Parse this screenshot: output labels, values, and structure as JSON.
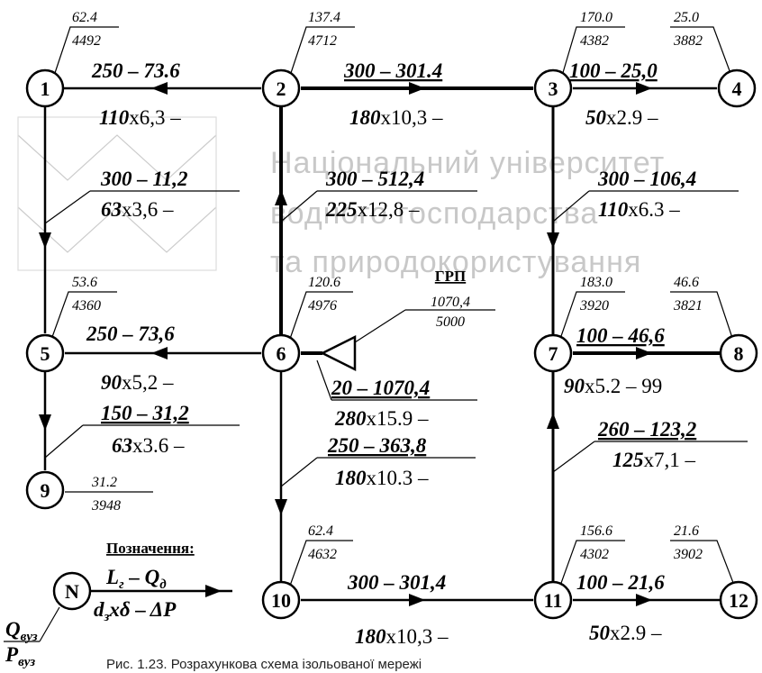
{
  "watermark": [
    "Національний університет",
    "водного господарства",
    "та природокористування"
  ],
  "nodes": [
    {
      "id": "1",
      "q": "62.4",
      "p": "4492"
    },
    {
      "id": "2",
      "q": "137.4",
      "p": "4712"
    },
    {
      "id": "3",
      "q": "170.0",
      "p": "4382"
    },
    {
      "id": "4",
      "q": "25.0",
      "p": "3882"
    },
    {
      "id": "5",
      "q": "53.6",
      "p": "4360"
    },
    {
      "id": "6",
      "q": "120.6",
      "p": "4976"
    },
    {
      "id": "7",
      "q": "183.0",
      "p": "3920"
    },
    {
      "id": "8",
      "q": "46.6",
      "p": "3821"
    },
    {
      "id": "9",
      "q": "31.2",
      "p": "3948"
    },
    {
      "id": "10",
      "q": "62.4",
      "p": "4632"
    },
    {
      "id": "11",
      "q": "156.6",
      "p": "4302"
    },
    {
      "id": "12",
      "q": "21.6",
      "p": "3902"
    }
  ],
  "pipes": [
    {
      "from": "2",
      "to": "1",
      "length_flow": "250 – 73.6",
      "diam": "110",
      "thick": "x6,3 –"
    },
    {
      "from": "2",
      "to": "3",
      "length_flow": "300 – 301.4",
      "diam": "180",
      "thick": "x10,3 –"
    },
    {
      "from": "3",
      "to": "4",
      "length_flow": "100 – 25,0",
      "diam": "50",
      "thick": "x2.9 –"
    },
    {
      "from": "1",
      "to": "5",
      "length_flow": "300 – 11,2",
      "diam": "63",
      "thick": "x3,6 –"
    },
    {
      "from": "6",
      "to": "2",
      "length_flow": "300 – 512,4",
      "diam": "225",
      "thick": "x12,8 –"
    },
    {
      "from": "3",
      "to": "7",
      "length_flow": "300 – 106,4",
      "diam": "110",
      "thick": "x6.3 –"
    },
    {
      "from": "6",
      "to": "5",
      "length_flow": "250 – 73,6",
      "diam": "90",
      "thick": "x5,2 –"
    },
    {
      "from": "GRP",
      "to": "6",
      "length_flow": "20 – 1070,4",
      "diam": "280",
      "thick": "x15.9 –"
    },
    {
      "from": "7",
      "to": "8",
      "length_flow": "100 – 46,6",
      "diam": "90",
      "thick": "x5.2 – 99"
    },
    {
      "from": "5",
      "to": "9",
      "length_flow": "150 – 31,2",
      "diam": "63",
      "thick": "x3.6 –"
    },
    {
      "from": "6",
      "to": "10",
      "length_flow": "250 – 363,8",
      "diam": "180",
      "thick": "x10.3 –"
    },
    {
      "from": "11",
      "to": "7",
      "length_flow": "260 – 123,2",
      "diam": "125",
      "thick": "x7,1 –"
    },
    {
      "from": "10",
      "to": "11",
      "length_flow": "300 – 301,4",
      "diam": "180",
      "thick": "x10,3 –"
    },
    {
      "from": "11",
      "to": "12",
      "length_flow": "100 – 21,6",
      "diam": "50",
      "thick": "x2.9 –"
    }
  ],
  "grp": {
    "label": "ГРП",
    "q": "1070,4",
    "p": "5000"
  },
  "legend": {
    "title": "Позначення:",
    "node": "N",
    "line1_a": "L",
    "line1_a_sub": "г",
    "line1_b": "Q",
    "line1_b_sub": "д",
    "line2_a": "d",
    "line2_a_sub": "з",
    "line2_b": "xδ – ΔP",
    "q": "Q",
    "q_sub": "вуз",
    "p": "P",
    "p_sub": "вуз"
  },
  "caption": "Рис. 1.23. Розрахункова схема ізольованої мережі"
}
